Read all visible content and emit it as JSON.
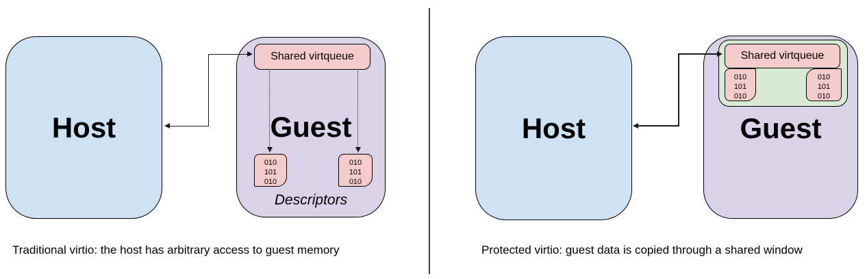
{
  "colors": {
    "host_fill": "#cfe2f3",
    "guest_fill": "#d9d2e9",
    "queue_fill": "#f4cccc",
    "window_fill": "#d9ead3",
    "line": "#1a1a1a"
  },
  "left": {
    "host_label": "Host",
    "guest_label": "Guest",
    "virtqueue_label": "Shared virtqueue",
    "descriptors_label": "Descriptors",
    "databoxes": [
      {
        "lines": [
          "010",
          "101",
          "010"
        ]
      },
      {
        "lines": [
          "010",
          "101",
          "010"
        ]
      }
    ],
    "caption": "Traditional virtio: the host has arbitrary access to guest memory"
  },
  "right": {
    "host_label": "Host",
    "guest_label": "Guest",
    "virtqueue_label": "Shared virtqueue",
    "databoxes": [
      {
        "lines": [
          "010",
          "101",
          "010"
        ]
      },
      {
        "lines": [
          "010",
          "101",
          "010"
        ]
      }
    ],
    "caption": "Protected virtio: guest data is copied through a shared window"
  }
}
